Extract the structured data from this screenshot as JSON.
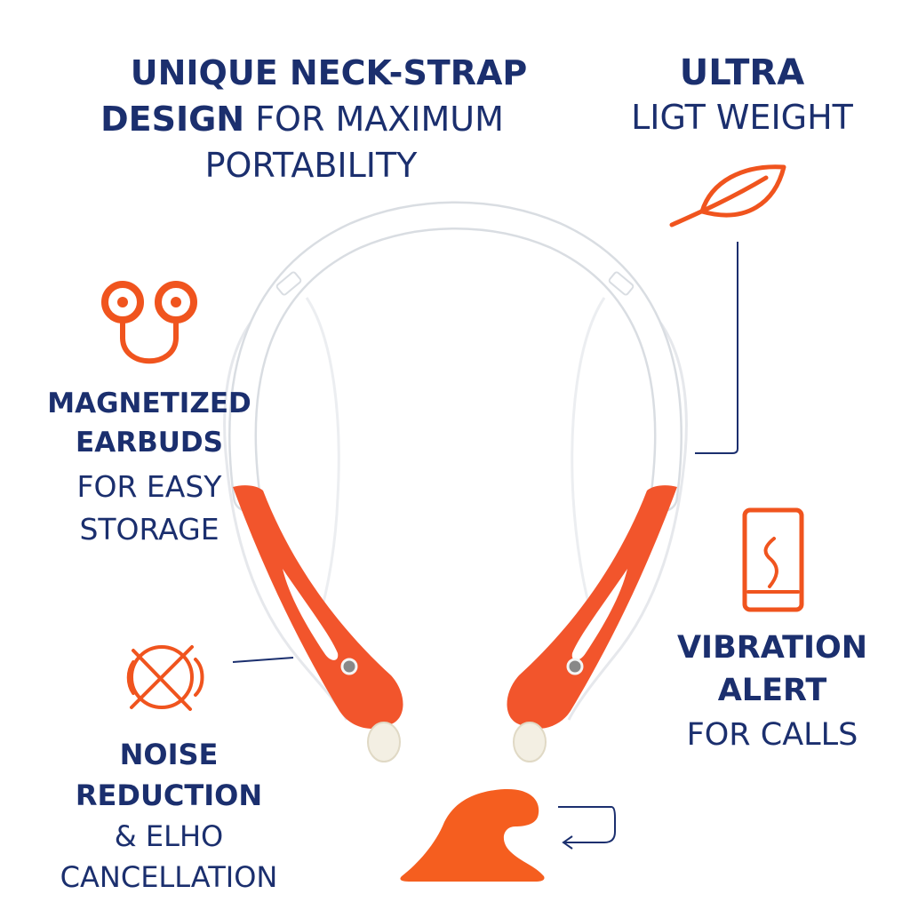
{
  "colors": {
    "navy": "#1b2f6e",
    "accent": "#f0541e",
    "headset_orange": "#f2552c",
    "band_white": "#ffffff"
  },
  "icons": {
    "leaf": "leaf-icon",
    "earbuds": "magnetic-earbuds-icon",
    "noise": "noise-cancel-icon",
    "phone": "vibrating-phone-icon",
    "earbud_tip": "earbud-tip-icon"
  },
  "features": {
    "neck_strap": {
      "line1": "UNIQUE NECK-STRAP",
      "line2_bold": "DESIGN",
      "line2_rest": " FOR MAXIMUM",
      "line3": "PORTABILITY"
    },
    "weight": {
      "line1": "ULTRA",
      "line2": "LIGT WEIGHT"
    },
    "magnet": {
      "line1": "MAGNETIZED",
      "line2": "EARBUDS",
      "line3": "FOR EASY",
      "line4": "STORAGE"
    },
    "vibration": {
      "line1": "VIBRATION",
      "line2": "ALERT",
      "line3": "FOR CALLS"
    },
    "noise": {
      "line1": "NOISE",
      "line2": "REDUCTION",
      "line3": "& ELHO",
      "line4": "CANCELLATION"
    }
  }
}
